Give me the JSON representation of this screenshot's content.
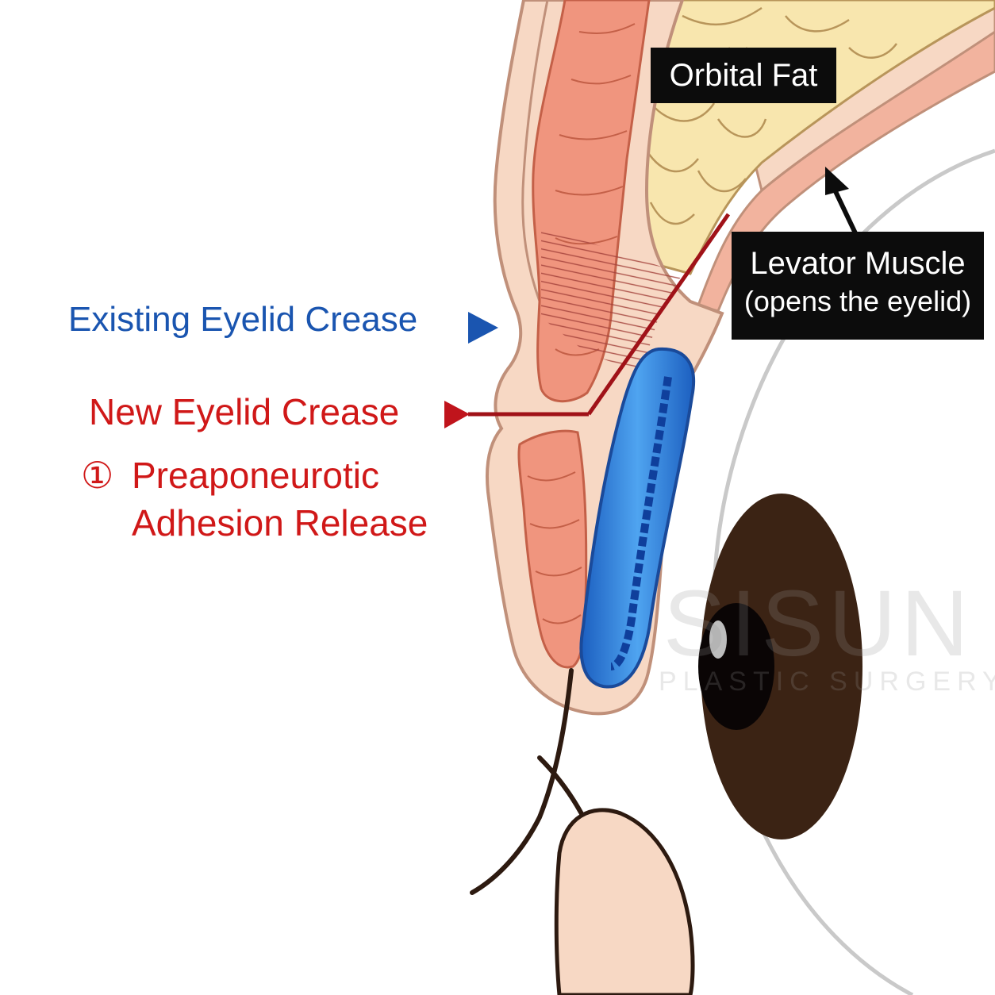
{
  "labels": {
    "orbital_fat": "Orbital Fat",
    "levator_line1": "Levator Muscle",
    "levator_line2": "(opens the eyelid)",
    "existing_crease": "Existing Eyelid Crease",
    "new_crease": "New Eyelid Crease",
    "step_number": "①",
    "step_line1": "Preaponeurotic",
    "step_line2": "Adhesion Release"
  },
  "watermark": {
    "brand": "SISUN",
    "sub": "PLASTIC SURGERY"
  },
  "colors": {
    "skin": "#f7d8c4",
    "skin_outline": "#c0907a",
    "muscle": "#f0957e",
    "fat": "#f8e6ae",
    "levator": "#f2b39e",
    "tarsal_plate": "#3a8ee6",
    "iris": "#3b2314",
    "pupil": "#0a0505",
    "blue_label": "#1a55b0",
    "red_label": "#d01818",
    "label_box": "#0c0c0c"
  }
}
